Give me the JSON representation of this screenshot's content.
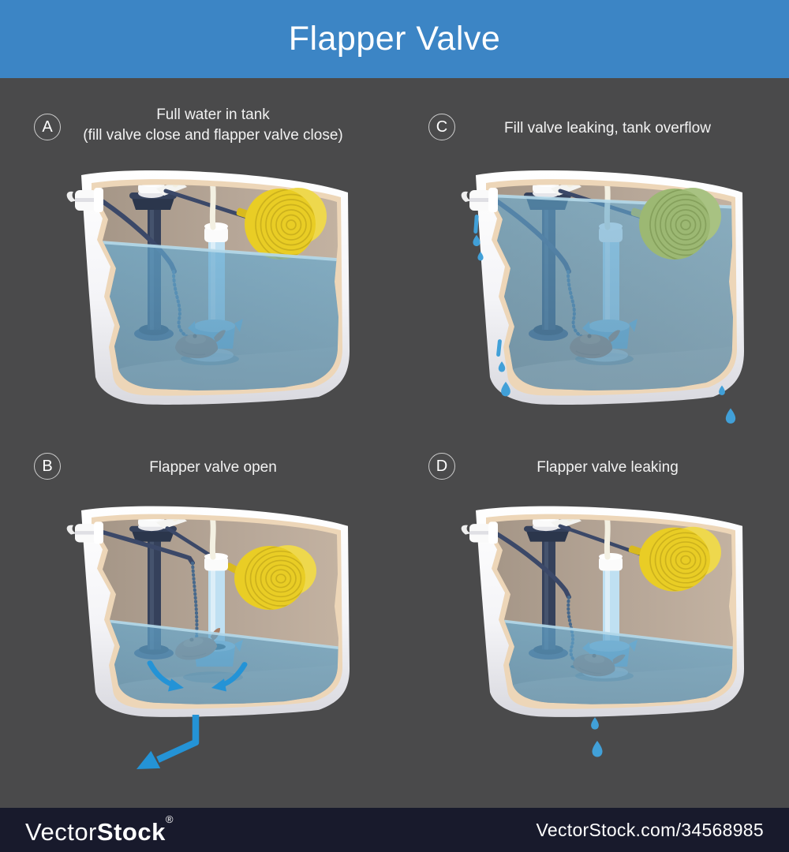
{
  "header": {
    "title": "Flapper Valve"
  },
  "panels": [
    {
      "letter": "A",
      "caption": "Full water in tank\n(fill valve close and flapper valve close)",
      "state": "full-water"
    },
    {
      "letter": "C",
      "caption": "Fill valve leaking, tank overflow",
      "state": "overflow"
    },
    {
      "letter": "B",
      "caption": "Flapper valve open",
      "state": "flapper-open"
    },
    {
      "letter": "D",
      "caption": "Flapper valve leaking",
      "state": "flapper-leaking"
    }
  ],
  "footer": {
    "brand_light": "Vector",
    "brand_bold": "Stock",
    "registered": "®",
    "url": "VectorStock.com/34568985"
  },
  "colors": {
    "page-bg": "#4a4a4b",
    "header-bg": "#3c85c5",
    "header-text": "#ffffff",
    "caption-text": "#f2f2f2",
    "badge-border": "#cccccc",
    "footer-bg": "#181a2c",
    "footer-text": "#ffffff",
    "c-rim": "#edd6b8",
    "c-navy": "#35415b",
    "c-navy-dark": "#2b364c",
    "c-rod": "#3b4868",
    "c-chain": "#47698c",
    "c-tube": "#bfe0f2",
    "c-seat": "#7db4d4",
    "c-flapper": "#a87e66",
    "c-flapper-light": "#b78f74",
    "c-ball": "#e9cd25",
    "c-ball-light": "#eed84d",
    "c-ball-line": "#ccb11d",
    "c-pin": "#e8c11d",
    "c-hose": "#f3f0e2",
    "c-arrow": "#2493d6",
    "c-drop": "#41a0d8",
    "c-surface": "#b9dcec",
    "c-ball-green": "#9cb873",
    "c-ball-green-light": "#a8c282",
    "c-ball-green-line": "#85a05c"
  }
}
